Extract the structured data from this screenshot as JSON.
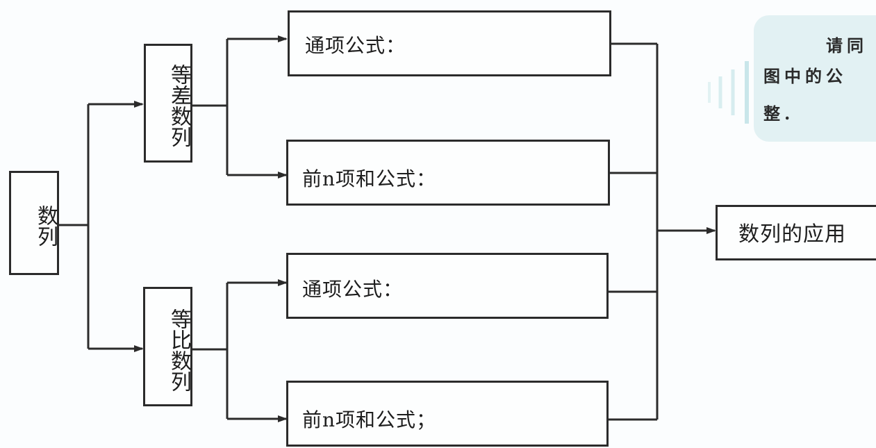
{
  "diagram": {
    "root": "数列",
    "arithmetic": "等差数列",
    "geometric": "等比数列",
    "arithmetic_general": "通项公式：",
    "arithmetic_sum": "前n项和公式：",
    "geometric_general": "通项公式：",
    "geometric_sum": "前n项和公式；",
    "application": "数列的应用"
  },
  "callout": {
    "line1": "请同",
    "line2": "图中的公",
    "line3": "整."
  },
  "colors": {
    "line": "#2b2b2b",
    "callout_bg": "#e2f1f3"
  }
}
